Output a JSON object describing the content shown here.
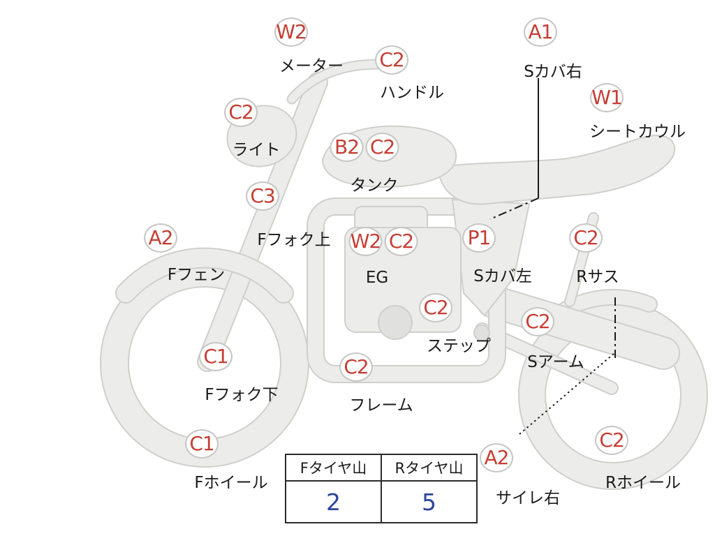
{
  "diagram": {
    "parts": [
      {
        "id": "meter",
        "codes": [
          "W2"
        ],
        "label": "メーター"
      },
      {
        "id": "handlebar",
        "codes": [
          "C2"
        ],
        "label": "ハンドル"
      },
      {
        "id": "s-cover-right",
        "codes": [
          "A1"
        ],
        "label": "Sカバ右"
      },
      {
        "id": "seat-cowl",
        "codes": [
          "W1"
        ],
        "label": "シートカウル"
      },
      {
        "id": "headlight",
        "codes": [
          "C2"
        ],
        "label": "ライト"
      },
      {
        "id": "tank",
        "codes": [
          "B2",
          "C2"
        ],
        "label": "タンク"
      },
      {
        "id": "f-fork-upper",
        "codes": [
          "C3"
        ],
        "label": "Fフォク上"
      },
      {
        "id": "f-fender",
        "codes": [
          "A2"
        ],
        "label": "Fフェン"
      },
      {
        "id": "engine",
        "codes": [
          "W2",
          "C2"
        ],
        "label": "EG"
      },
      {
        "id": "s-cover-left",
        "codes": [
          "P1"
        ],
        "label": "Sカバ左"
      },
      {
        "id": "r-suspension",
        "codes": [
          "C2"
        ],
        "label": "Rサス"
      },
      {
        "id": "step",
        "codes": [
          "C2"
        ],
        "label": "ステップ"
      },
      {
        "id": "swingarm",
        "codes": [
          "C2"
        ],
        "label": "Sアーム"
      },
      {
        "id": "f-fork-lower",
        "codes": [
          "C1"
        ],
        "label": "Fフォク下"
      },
      {
        "id": "frame",
        "codes": [
          "C2"
        ],
        "label": "フレーム"
      },
      {
        "id": "f-wheel",
        "codes": [
          "C1"
        ],
        "label": "Fホイール"
      },
      {
        "id": "silencer-right",
        "codes": [
          "A2"
        ],
        "label": "サイレ右"
      },
      {
        "id": "r-wheel",
        "codes": [
          "C2"
        ],
        "label": "Rホイール"
      }
    ]
  },
  "tire_table": {
    "headers": [
      "Fタイヤ山",
      "Rタイヤ山"
    ],
    "values": [
      "2",
      "5"
    ]
  },
  "colors": {
    "code": "#C63D33",
    "label": "#1A1A1A",
    "tire_value": "#2B449C",
    "bike_fill": "#ECECEA",
    "bike_outline": "#CFCFCC"
  }
}
